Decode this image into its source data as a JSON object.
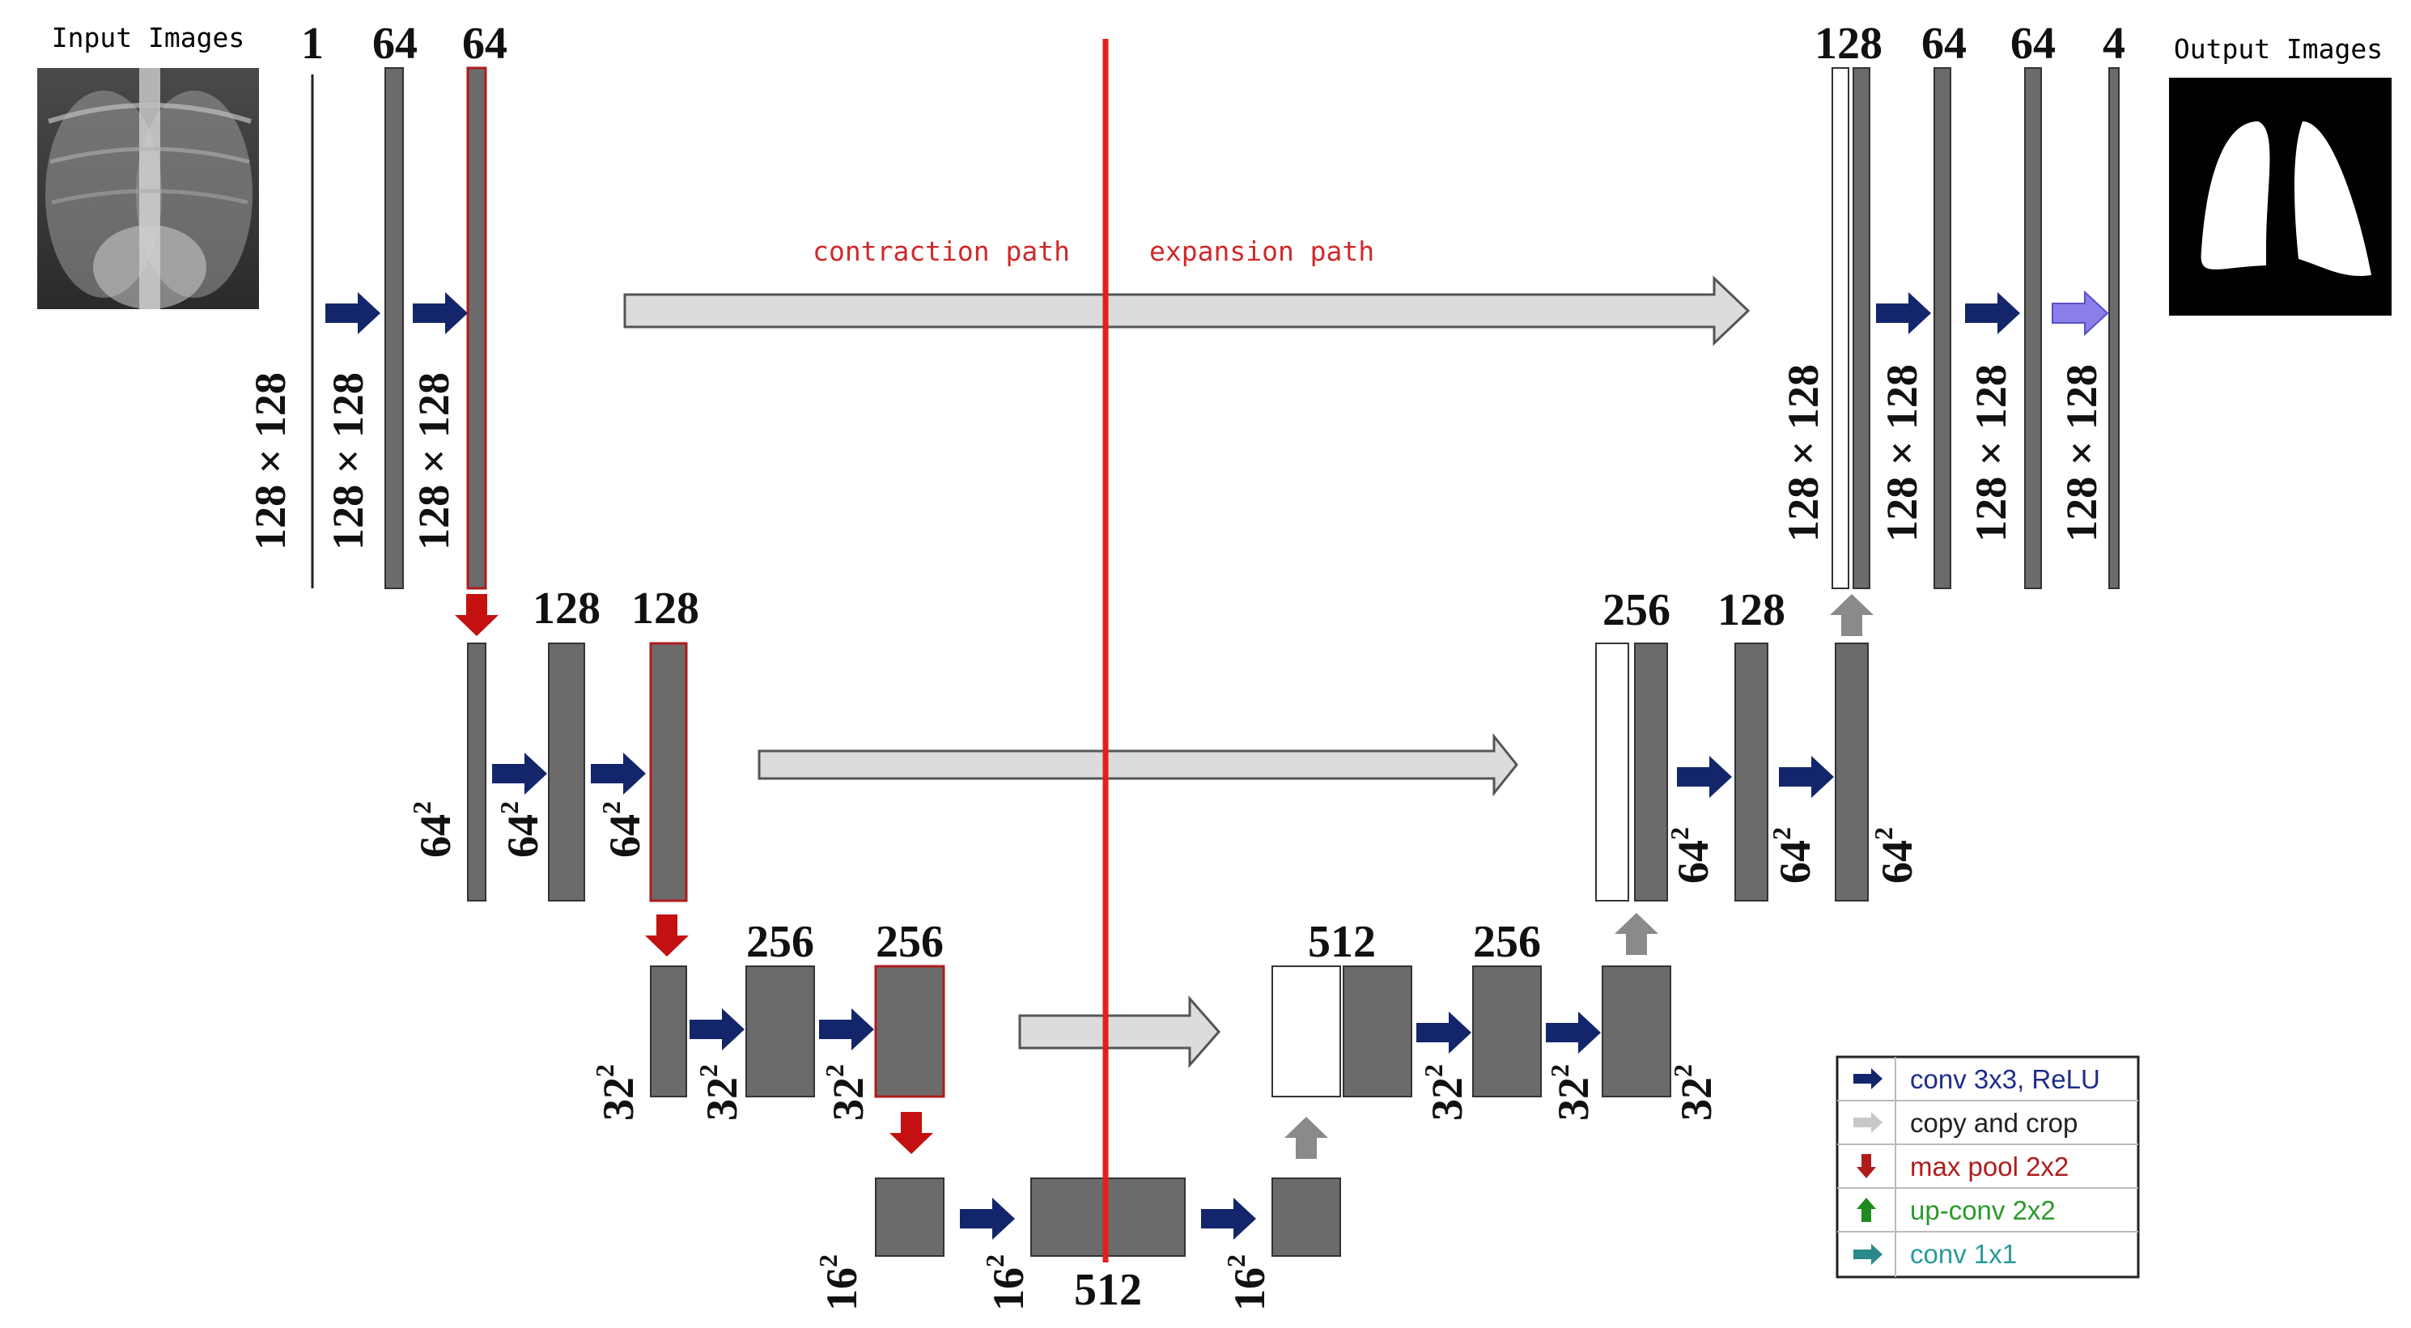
{
  "labels": {
    "input_images": "Input Images",
    "output_images": "Output Images",
    "contraction_path": "contraction path",
    "expansion_path": "expansion path"
  },
  "channels": {
    "in1": "1",
    "in64a": "64",
    "in64b": "64",
    "l2_128a": "128",
    "l2_128b": "128",
    "l3_256a": "256",
    "l3_256b": "256",
    "bottom_512": "512",
    "up3_512": "512",
    "up3_256": "256",
    "up2_256": "256",
    "up2_128": "128",
    "up1_128": "128",
    "up1_64a": "64",
    "up1_64b": "64",
    "out4": "4"
  },
  "sizes": {
    "s128": "128 × 128",
    "s64": "64",
    "s32": "32",
    "s16": "16",
    "sup": "2"
  },
  "legend": [
    {
      "label": "conv 3x3, ReLU",
      "color": "#1f2d8a",
      "icon": "right-arrow-icon"
    },
    {
      "label": "copy and crop",
      "color": "#222222",
      "icon": "right-arrow-icon"
    },
    {
      "label": "max pool 2x2",
      "color": "#b01c1c",
      "icon": "down-arrow-icon"
    },
    {
      "label": "up-conv 2x2",
      "color": "#2a9a2a",
      "icon": "up-arrow-icon"
    },
    {
      "label": "conv 1x1",
      "color": "#2a9a9a",
      "icon": "right-arrow-icon"
    }
  ],
  "colors": {
    "feature_map": "#6b6b6b",
    "conv_arrow": "#14266b",
    "pool_arrow": "#c41010",
    "upconv_arrow": "#8a8a8a",
    "copy_arrow": "#dcdcdc",
    "divider": "#e02020",
    "conv1x1_arrow": "#8a7fe8"
  }
}
